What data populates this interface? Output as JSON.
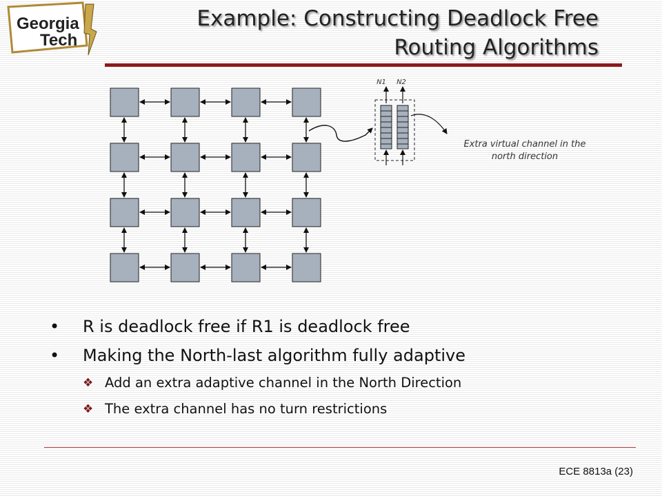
{
  "logo": {
    "line1": "Georgia",
    "line2": "Tech"
  },
  "title": {
    "line1": "Example: Constructing Deadlock Free",
    "line2": "Routing Algorithms"
  },
  "diagram": {
    "channel_labels": [
      "N1",
      "N2"
    ],
    "annotation": {
      "line1": "Extra virtual channel in the",
      "line2": "north direction"
    }
  },
  "bullets": [
    {
      "text": "R is deadlock free if R1 is deadlock free",
      "marker": "•"
    },
    {
      "text": "Making the North-last algorithm fully adaptive",
      "marker": "•",
      "sub": [
        {
          "text": "Add an extra adaptive channel in the North Direction",
          "marker": "❖"
        },
        {
          "text": "The extra channel has no turn restrictions",
          "marker": "❖"
        }
      ]
    }
  ],
  "footer": {
    "text": "ECE 8813a  (23)"
  },
  "colors": {
    "node_fill": "#a7b1be",
    "title_bar": "#8b1a1a",
    "footer_line": "#b04040"
  }
}
